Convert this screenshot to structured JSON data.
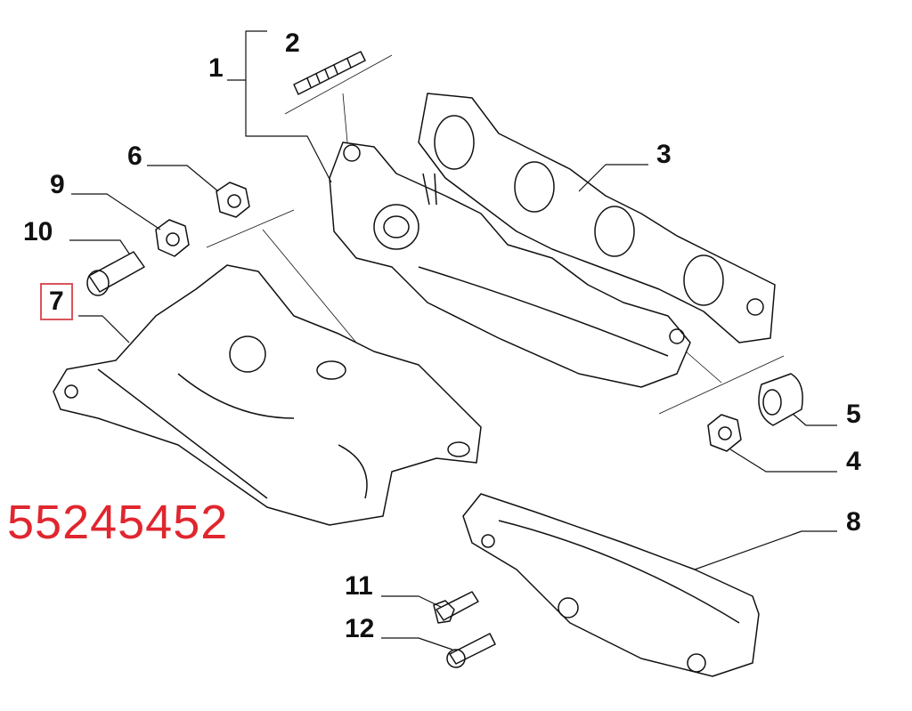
{
  "part_number": "55245452",
  "highlight_color": "#e0262e",
  "callouts": [
    {
      "label": "1",
      "part": "exhaust-manifold"
    },
    {
      "label": "2",
      "part": "stud"
    },
    {
      "label": "3",
      "part": "manifold-gasket"
    },
    {
      "label": "4",
      "part": "nut"
    },
    {
      "label": "5",
      "part": "spacer"
    },
    {
      "label": "6",
      "part": "nut"
    },
    {
      "label": "7",
      "part": "heat-shield-upper",
      "highlighted": true
    },
    {
      "label": "8",
      "part": "heat-shield-lower"
    },
    {
      "label": "9",
      "part": "nut"
    },
    {
      "label": "10",
      "part": "socket-screw"
    },
    {
      "label": "11",
      "part": "flange-bolt"
    },
    {
      "label": "12",
      "part": "socket-screw"
    }
  ]
}
